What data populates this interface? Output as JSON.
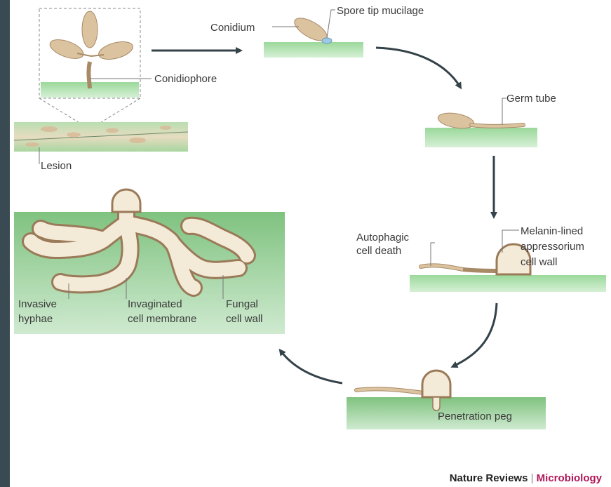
{
  "labels": {
    "conidium": "Conidium",
    "spore_tip_mucilage": "Spore tip mucilage",
    "conidiophore": "Conidiophore",
    "lesion": "Lesion",
    "germ_tube": "Germ tube",
    "autophagic_1": "Autophagic",
    "autophagic_2": "cell death",
    "melanin_1": "Melanin-lined",
    "melanin_2": "appressorium",
    "melanin_3": "cell wall",
    "penetration_peg": "Penetration peg",
    "invasive_1": "Invasive",
    "invasive_2": "hyphae",
    "invaginated_1": "Invaginated",
    "invaginated_2": "cell membrane",
    "fungal_1": "Fungal",
    "fungal_2": "cell wall"
  },
  "credit": {
    "journal": "Nature Reviews",
    "separator": " | ",
    "section": "Microbiology"
  },
  "colors": {
    "background": "#3a4a52",
    "panel": "#ffffff",
    "leaf_green": "#8fd08f",
    "fungus": "#dcc3a0",
    "fungus_outline": "#a88a66",
    "arrow": "#34424a",
    "brand": "#b0175a"
  }
}
